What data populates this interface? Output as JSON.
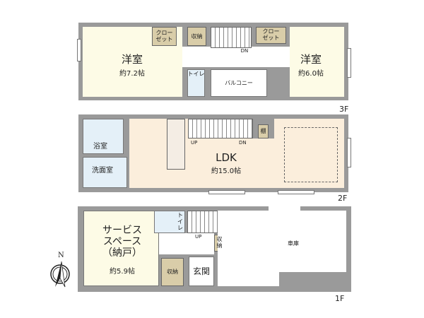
{
  "floors": {
    "f3": {
      "label": "3F",
      "room_left": {
        "name": "洋室",
        "size": "約7.2帖"
      },
      "room_right": {
        "name": "洋室",
        "size": "約6.0帖"
      },
      "closet_left": "クロー\nゼット",
      "closet_right": "クロー\nゼット",
      "storage": "収納",
      "toilet": "トイレ",
      "balcony": "バルコニー",
      "stairs": "DN"
    },
    "f2": {
      "label": "2F",
      "bath": "浴室",
      "washroom": "洗面室",
      "ldk": {
        "name": "LDK",
        "size": "約15.0帖"
      },
      "shelf": "棚",
      "stairs_up": "UP",
      "stairs_down": "DN"
    },
    "f1": {
      "label": "1F",
      "service_space": {
        "name": "サービス\nスペース\n（納戸）",
        "size": "約5.9帖"
      },
      "toilet": "トイレ",
      "storage_small": "収\n納",
      "storage": "収納",
      "entrance": "玄関",
      "garage": "車庫",
      "stairs": "UP"
    }
  },
  "compass": {
    "label": "N"
  },
  "colors": {
    "wall": "#9a9a9a",
    "room": "#fdfbe6",
    "ldk": "#fbeedc",
    "wet": "#e4f0f8",
    "storage": "#d9cda9"
  }
}
